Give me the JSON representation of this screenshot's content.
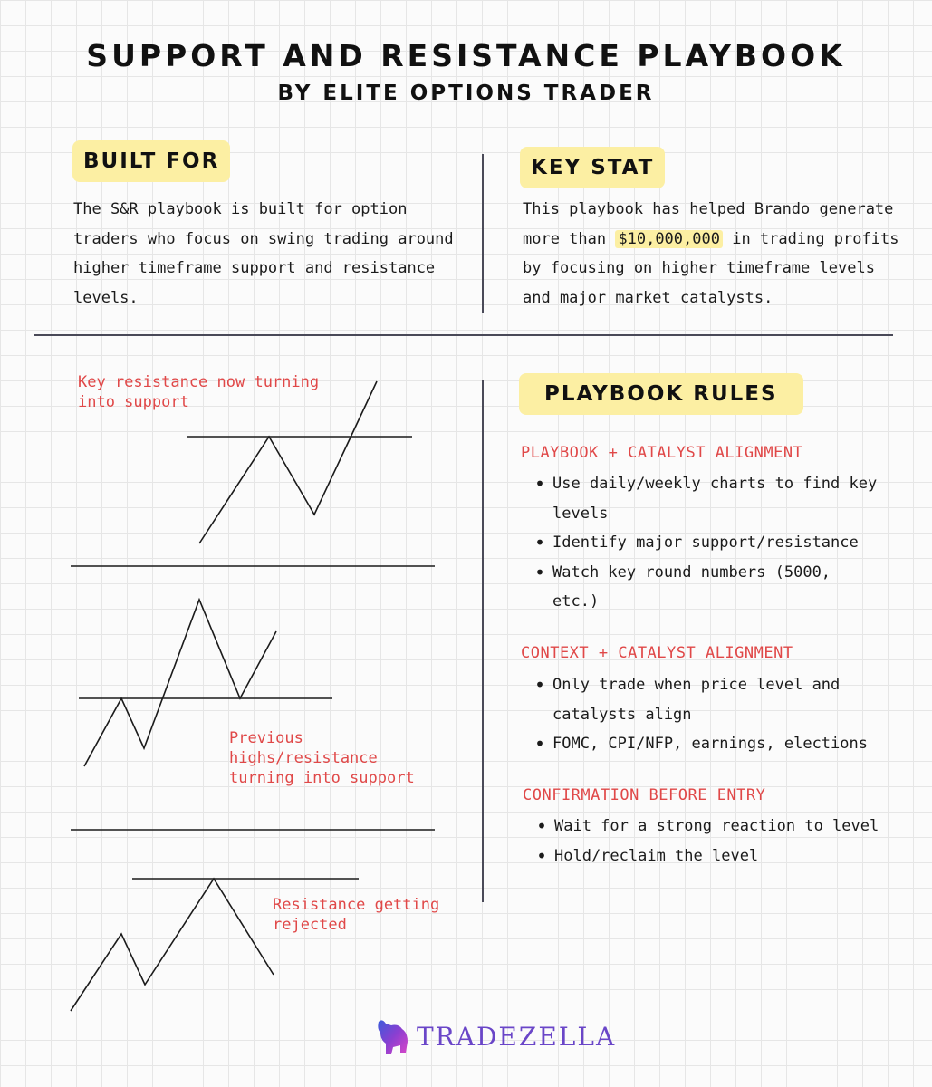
{
  "header": {
    "title": "SUPPORT AND RESISTANCE PLAYBOOK",
    "subtitle": "BY ELITE OPTIONS TRADER"
  },
  "built_for": {
    "label": "BUILT FOR",
    "text": "The S&R playbook is built for option traders who focus on swing trading around higher timeframe support and resistance levels."
  },
  "key_stat": {
    "label": "KEY STAT",
    "text_before": "This playbook has helped Brando generate more than",
    "highlight": "$10,000,000",
    "text_after": "in trading profits by focusing on higher timeframe levels and major market catalysts."
  },
  "diagrams": {
    "caption_1": "Key resistance now turning into support",
    "caption_2": "Previous highs/resistance turning into support",
    "caption_3": "Resistance getting rejected"
  },
  "rules": {
    "label": "PLAYBOOK RULES",
    "sections": [
      {
        "heading": "PLAYBOOK + CATALYST ALIGNMENT",
        "items": [
          "Use daily/weekly charts to find key levels",
          "Identify major support/resistance",
          "Watch key round numbers (5000, etc.)"
        ]
      },
      {
        "heading": "CONTEXT + CATALYST ALIGNMENT",
        "items": [
          "Only trade when price level and catalysts align",
          "FOMC, CPI/NFP, earnings, elections"
        ]
      },
      {
        "heading": "CONFIRMATION BEFORE ENTRY",
        "items": [
          "Wait for a strong reaction to level",
          "Hold/reclaim the level"
        ]
      }
    ]
  },
  "logo": {
    "text": "TRADEZELLA",
    "icon": "bull-icon"
  },
  "colors": {
    "accent_red": "#e04848",
    "highlight_yellow": "#fcefa3",
    "logo_purple": "#6a46c8"
  }
}
